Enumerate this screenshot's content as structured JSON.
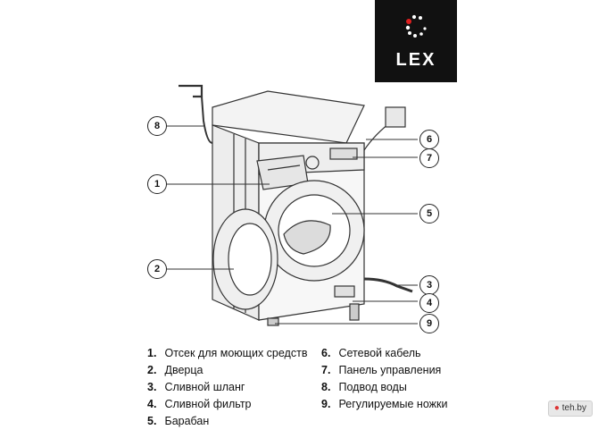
{
  "brand": {
    "logo_text": "LEX",
    "logo_dot_color": "#e02020"
  },
  "callouts": [
    "1",
    "2",
    "3",
    "4",
    "5",
    "6",
    "7",
    "8",
    "9"
  ],
  "legend": {
    "left": [
      {
        "num": "1.",
        "label": "Отсек для моющих средств"
      },
      {
        "num": "2.",
        "label": "Дверца"
      },
      {
        "num": "3.",
        "label": "Сливной шланг"
      },
      {
        "num": "4.",
        "label": "Сливной фильтр"
      },
      {
        "num": "5.",
        "label": "Барабан"
      }
    ],
    "right": [
      {
        "num": "6.",
        "label": "Сетевой кабель"
      },
      {
        "num": "7.",
        "label": "Панель управления"
      },
      {
        "num": "8.",
        "label": "Подвод воды"
      },
      {
        "num": "9.",
        "label": "Регулируемые ножки"
      }
    ]
  },
  "watermark": {
    "text": "teh.by"
  }
}
